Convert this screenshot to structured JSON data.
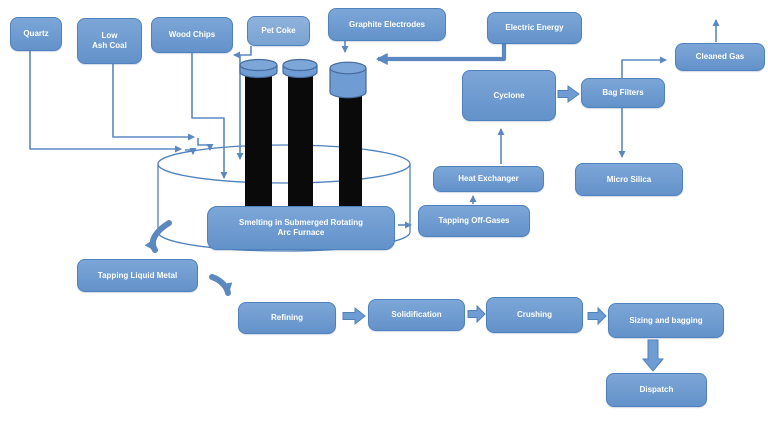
{
  "diagram_title": "Silicon smelting process flow",
  "colors": {
    "box_fill": "#6f9cd2",
    "box_border": "#4f81bd",
    "connector_line": "#5b88c0",
    "electrode": "#0a0a0a",
    "background": "#ffffff",
    "label_text": "#ffffff"
  },
  "nodes": {
    "quartz": {
      "label": "Quartz"
    },
    "low_ash_coal": {
      "label": "Low\nAsh Coal"
    },
    "wood_chips": {
      "label": "Wood Chips"
    },
    "pet_coke": {
      "label": "Pet Coke"
    },
    "graphite_electrodes": {
      "label": "Graphite Electrodes"
    },
    "electric_energy": {
      "label": "Electric Energy"
    },
    "cyclone": {
      "label": "Cyclone"
    },
    "bag_filters": {
      "label": "Bag Filters"
    },
    "cleaned_gas": {
      "label": "Cleaned Gas"
    },
    "heat_exchanger": {
      "label": "Heat Exchanger"
    },
    "micro_silica": {
      "label": "Micro Silica"
    },
    "tapping_off_gases": {
      "label": "Tapping Off-Gases"
    },
    "smelting": {
      "label": "Smelting in Submerged Rotating\nArc Furnace"
    },
    "tapping_liquid_metal": {
      "label": "Tapping Liquid Metal"
    },
    "refining": {
      "label": "Refining"
    },
    "solidification": {
      "label": "Solidification"
    },
    "crushing": {
      "label": "Crushing"
    },
    "sizing_bagging": {
      "label": "Sizing and bagging"
    },
    "dispatch": {
      "label": "Dispatch"
    }
  },
  "edges": [
    "quartz -> furnace",
    "low_ash_coal -> furnace",
    "wood_chips -> furnace",
    "pet_coke -> furnace",
    "graphite_electrodes -> electrode",
    "electric_energy -> electrode",
    "smelting -> tapping_off_gases",
    "tapping_off_gases -> heat_exchanger",
    "heat_exchanger -> cyclone",
    "cyclone -> bag_filters",
    "bag_filters -> cleaned_gas",
    "bag_filters -> micro_silica",
    "cleaned_gas -> out",
    "furnace -> tapping_liquid_metal",
    "tapping_liquid_metal -> refining",
    "refining -> solidification",
    "solidification -> crushing",
    "crushing -> sizing_bagging",
    "sizing_bagging -> dispatch"
  ]
}
